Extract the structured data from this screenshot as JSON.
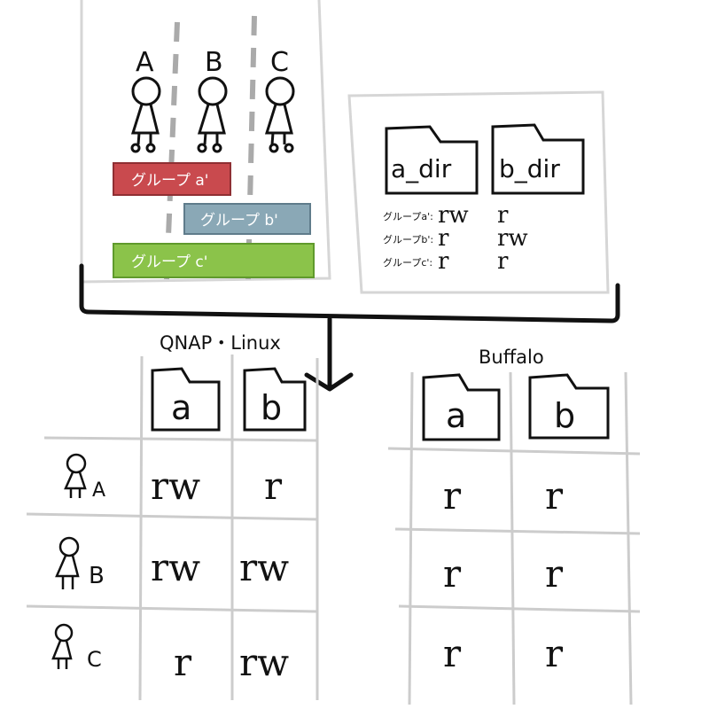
{
  "users": [
    {
      "label": "A"
    },
    {
      "label": "B"
    },
    {
      "label": "C"
    }
  ],
  "groups": [
    {
      "label": "グループ a'",
      "color": "#c94a4e"
    },
    {
      "label": "グループ b'",
      "color": "#8aa8b6"
    },
    {
      "label": "グループ c'",
      "color": "#8bc34a"
    }
  ],
  "dirs": [
    {
      "label": "a_dir"
    },
    {
      "label": "b_dir"
    }
  ],
  "dir_permissions": [
    {
      "group": "グループa':",
      "a_dir": "rw",
      "b_dir": "r"
    },
    {
      "group": "グループb':",
      "a_dir": "r",
      "b_dir": "rw"
    },
    {
      "group": "グループc':",
      "a_dir": "r",
      "b_dir": "r"
    }
  ],
  "qnap_table": {
    "title": "QNAP・Linux",
    "col_headers": [
      "a",
      "b"
    ],
    "rows": [
      {
        "user": "A",
        "a": "rw",
        "b": "r"
      },
      {
        "user": "B",
        "a": "rw",
        "b": "rw"
      },
      {
        "user": "C",
        "a": "r",
        "b": "rw"
      }
    ]
  },
  "buffalo_table": {
    "title": "Buffalo",
    "col_headers": [
      "a",
      "b"
    ],
    "rows": [
      {
        "a": "r",
        "b": "r"
      },
      {
        "a": "r",
        "b": "r"
      },
      {
        "a": "r",
        "b": "r"
      }
    ]
  }
}
